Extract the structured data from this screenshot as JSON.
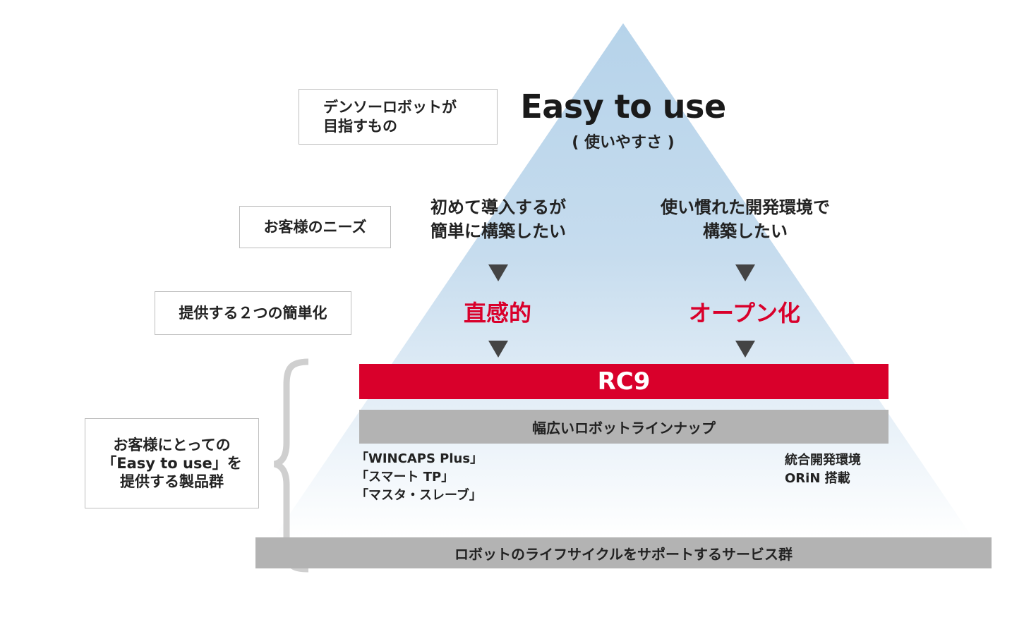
{
  "top_goal": {
    "label": "デンソーロボットが\n目指すもの",
    "title": "Easy to use",
    "subtitle": "( 使いやすさ )"
  },
  "needs": {
    "label": "お客様のニーズ",
    "left": "初めて導入するが\n簡単に構築したい",
    "right": "使い慣れた開発環境で\n構築したい"
  },
  "simplifications": {
    "label": "提供する２つの簡単化",
    "left": "直感的",
    "right": "オープン化"
  },
  "products": {
    "label": "お客様にとっての\n「Easy to use」を\n提供する製品群",
    "rc9": "RC9",
    "lineup": "幅広いロボットラインナップ",
    "left_features": "「WINCAPS Plus」\n「スマート TP」\n「マスタ・スレーブ」",
    "right_features": "統合開発環境\nORiN 搭載",
    "services": "ロボットのライフサイクルをサポートするサービス群"
  },
  "colors": {
    "accent_red": "#d9002b",
    "bar_gray": "#b3b3b3",
    "pyramid_top": "#b6d3ea",
    "pyramid_bottom": "#ffffff",
    "brace": "#cfcfcf"
  },
  "icons": {
    "arrow": "down-triangle-icon",
    "brace": "curly-brace-icon"
  }
}
